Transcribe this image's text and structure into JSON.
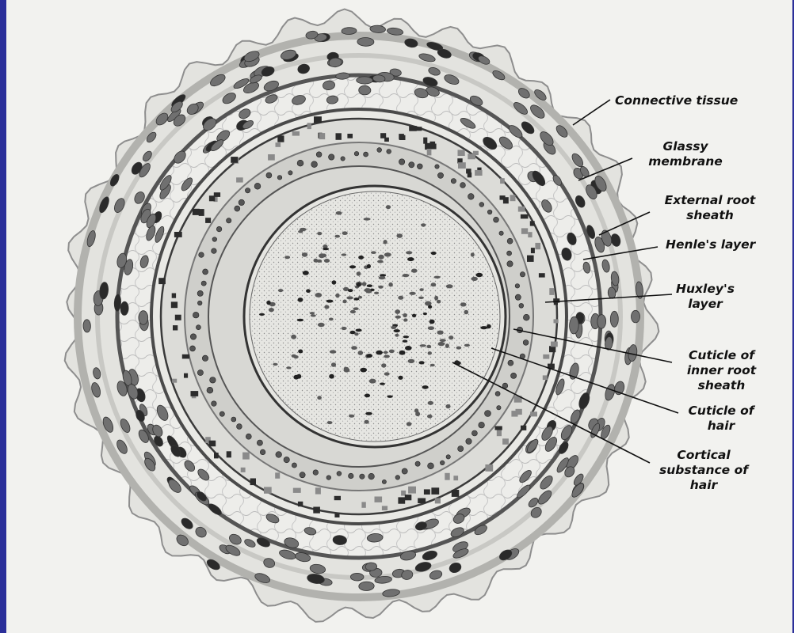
{
  "labels": {
    "connective_tissue": "Connective tissue",
    "glassy_membrane": "Glassy membrane",
    "external_root_sheath": "External root sheath",
    "henles_layer": "Henle's layer",
    "huxleys_layer": "Huxley's layer",
    "cuticle_inner_root_sheath": "Cuticle of inner root sheath",
    "cuticle_of_hair": "Cuticle of hair",
    "cortical_substance": "Cortical substance of hair"
  },
  "colors": {
    "border": "#2b2f9a",
    "paper": "#f2f2ef",
    "ink": "#111111",
    "nucleus": "#6d6d6d"
  }
}
